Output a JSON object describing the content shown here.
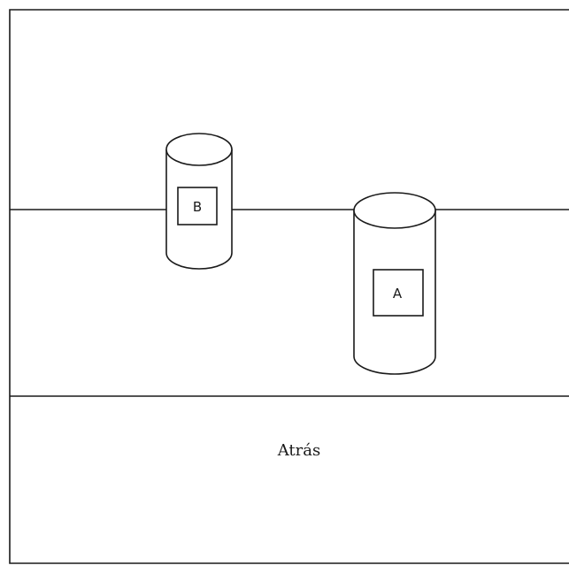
{
  "diagram": {
    "cylinder_a": {
      "label": "A"
    },
    "cylinder_b": {
      "label": "B"
    },
    "back_region": {
      "label": "Atrás"
    }
  }
}
